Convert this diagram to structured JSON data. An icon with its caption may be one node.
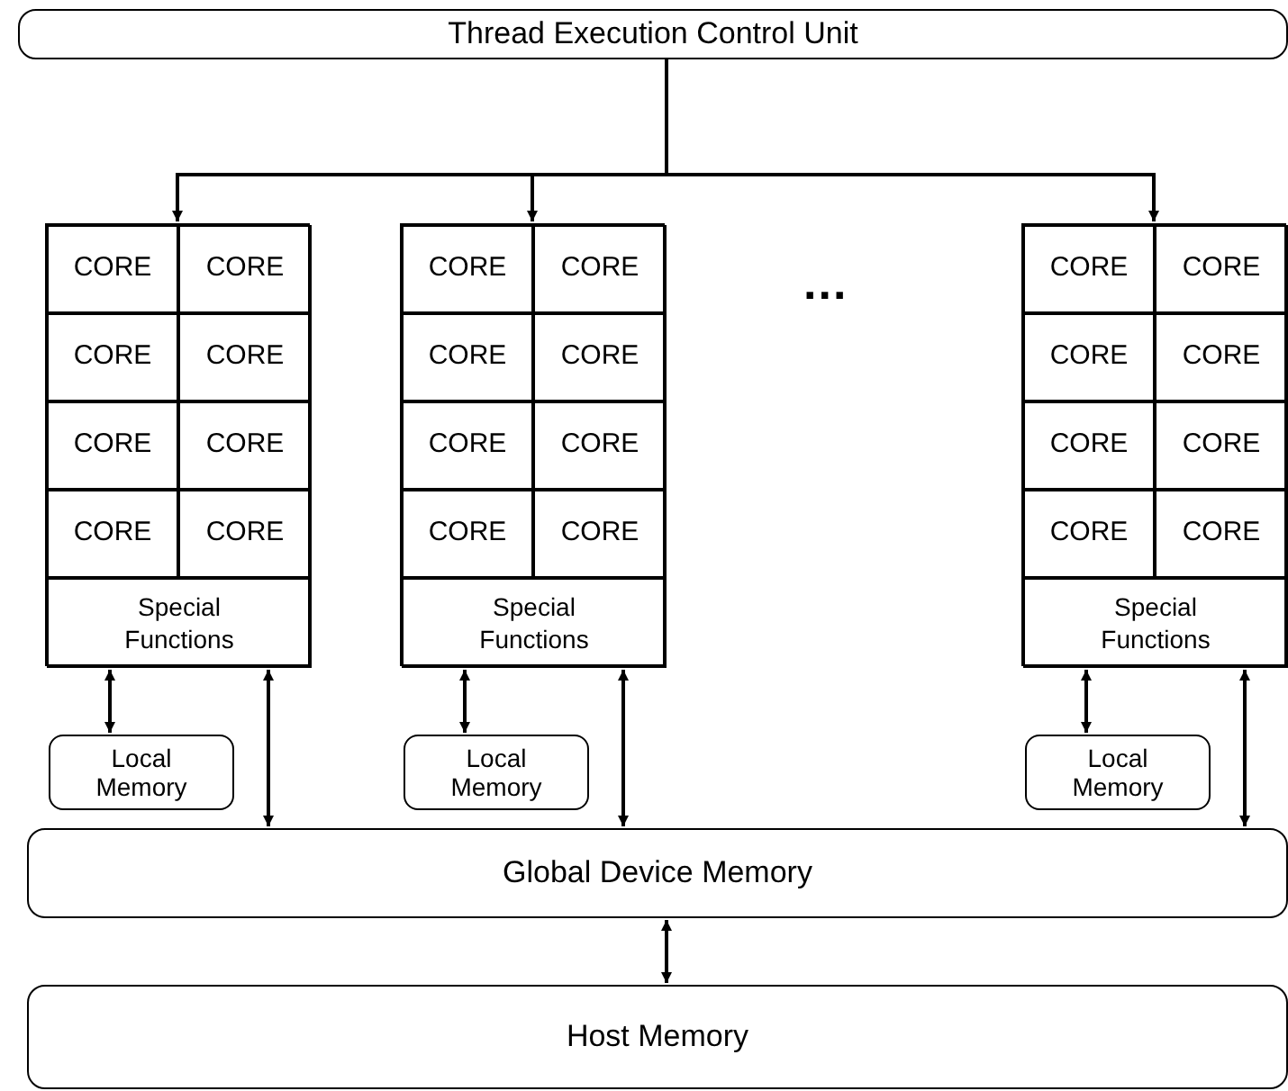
{
  "diagram": {
    "nodes": [
      {
        "text": [
          "Thread Execution Control Unit"
        ]
      },
      {
        "text": [],
        "shape": "box"
      },
      {
        "text": [
          "CORE"
        ],
        "in": 1
      },
      {
        "text": [
          "CORE"
        ],
        "in": 1
      },
      {
        "text": [
          "CORE"
        ],
        "in": 1
      },
      {
        "text": [
          "CORE"
        ],
        "in": 1
      },
      {
        "text": [
          "CORE"
        ],
        "in": 1
      },
      {
        "text": [
          "CORE"
        ],
        "in": 1
      },
      {
        "text": [
          "CORE"
        ],
        "in": 1
      },
      {
        "text": [
          "CORE"
        ],
        "in": 1
      },
      {
        "text": [
          "Special Functions"
        ],
        "in": 1
      },
      {
        "text": [
          "Local Memory"
        ]
      },
      {
        "text": [],
        "shape": "box"
      },
      {
        "text": [
          "CORE"
        ],
        "in": 12
      },
      {
        "text": [
          "CORE"
        ],
        "in": 12
      },
      {
        "text": [
          "CORE"
        ],
        "in": 12
      },
      {
        "text": [
          "CORE"
        ],
        "in": 12
      },
      {
        "text": [
          "CORE"
        ],
        "in": 12
      },
      {
        "text": [
          "CORE"
        ],
        "in": 12
      },
      {
        "text": [
          "CORE"
        ],
        "in": 12
      },
      {
        "text": [
          "CORE"
        ],
        "in": 12
      },
      {
        "text": [
          "Special Functions"
        ],
        "in": 12
      },
      {
        "text": [
          "Local Memory"
        ]
      },
      {
        "text": [],
        "shape": "box"
      },
      {
        "text": [
          "CORE"
        ],
        "in": 23
      },
      {
        "text": [
          "CORE"
        ],
        "in": 23
      },
      {
        "text": [
          "CORE"
        ],
        "in": 23
      },
      {
        "text": [
          "CORE"
        ],
        "in": 23
      },
      {
        "text": [
          "CORE"
        ],
        "in": 23
      },
      {
        "text": [
          "CORE"
        ],
        "in": 23
      },
      {
        "text": [
          "CORE"
        ],
        "in": 23
      },
      {
        "text": [
          "CORE"
        ],
        "in": 23
      },
      {
        "text": [
          "Special Functions"
        ],
        "in": 23
      },
      {
        "text": [
          "Local Memory"
        ]
      },
      {
        "text": [
          "Global Device Memory"
        ]
      },
      {
        "text": [
          "Host Memory"
        ]
      }
    ],
    "edges": [
      {
        "from": 0,
        "to": 1,
        "arrow": "to"
      },
      {
        "from": 0,
        "to": 12,
        "arrow": "to"
      },
      {
        "from": 0,
        "to": 23,
        "arrow": "to"
      },
      {
        "from": 10,
        "to": 11,
        "arrow": "both"
      },
      {
        "from": 10,
        "to": 34,
        "arrow": "both"
      },
      {
        "from": 21,
        "to": 22,
        "arrow": "both"
      },
      {
        "from": 21,
        "to": 34,
        "arrow": "both"
      },
      {
        "from": 32,
        "to": 33,
        "arrow": "both"
      },
      {
        "from": 32,
        "to": 34,
        "arrow": "both"
      },
      {
        "from": 34,
        "to": 35,
        "arrow": "both"
      }
    ],
    "labels": [
      "..."
    ]
  }
}
